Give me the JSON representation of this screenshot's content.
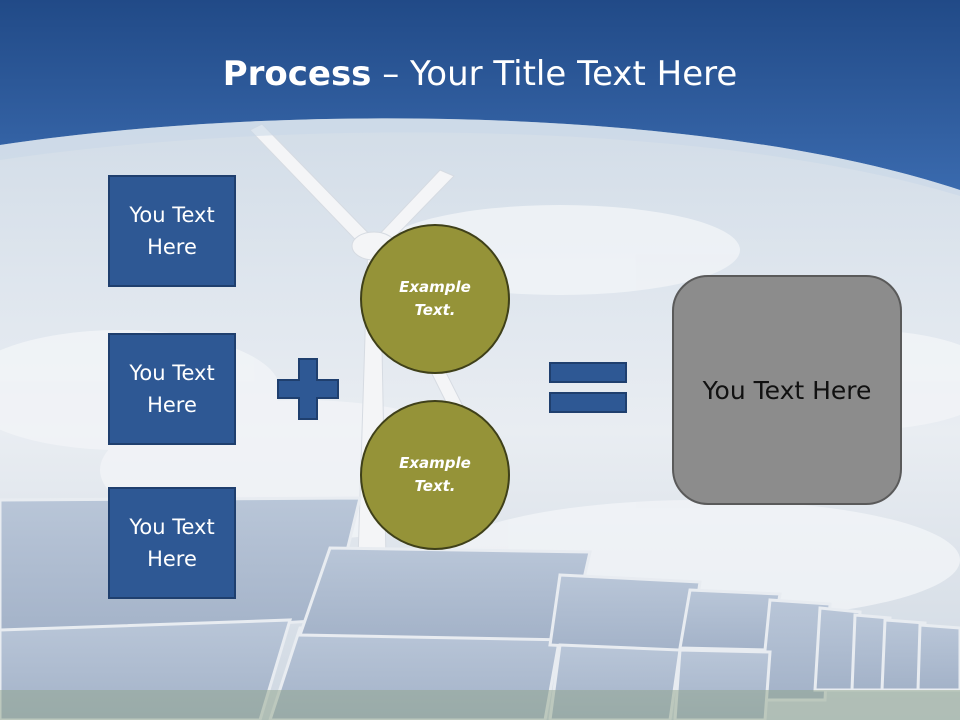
{
  "title": {
    "bold": "Process",
    "rest": " – Your Title Text Here"
  },
  "left_boxes": [
    {
      "text": "You Text Here"
    },
    {
      "text": "You Text Here"
    },
    {
      "text": "You Text Here"
    }
  ],
  "circles": [
    {
      "text": "Example Text."
    },
    {
      "text": "Example Text."
    }
  ],
  "result": {
    "text": "You Text Here"
  },
  "colors": {
    "header_blue": "#2e5aa0",
    "box_blue": "#2e5894",
    "circle_olive": "#959338",
    "result_gray": "#8c8c8c"
  }
}
